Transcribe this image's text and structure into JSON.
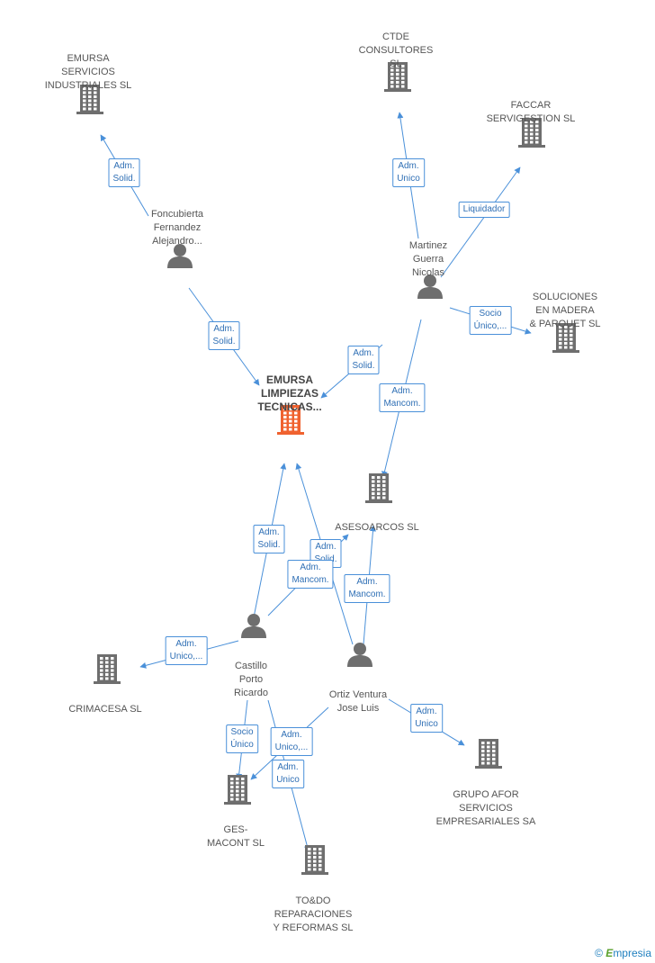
{
  "colors": {
    "node": "#6e6e6e",
    "main_node": "#f0622f",
    "edge": "#4a90d9",
    "label_text": "#2f6fb5"
  },
  "nodes": [
    {
      "id": "emursa_servicios",
      "type": "company",
      "label": "EMURSA\nSERVICIOS\nINDUSTRIALES SL",
      "icon": "building-icon"
    },
    {
      "id": "ctde",
      "type": "company",
      "label": "CTDE\nCONSULTORES\nSL",
      "icon": "building-icon"
    },
    {
      "id": "faccar",
      "type": "company",
      "label": "FACCAR\nSERVIGESTION SL",
      "icon": "building-icon"
    },
    {
      "id": "foncubierta",
      "type": "person",
      "label": "Foncubierta\nFernandez\nAlejandro...",
      "icon": "person-icon"
    },
    {
      "id": "martinez",
      "type": "person",
      "label": "Martinez\nGuerra\nNicolas",
      "icon": "person-icon"
    },
    {
      "id": "soluciones",
      "type": "company",
      "label": "SOLUCIONES\nEN MADERA\n& PARQUET SL",
      "icon": "building-icon"
    },
    {
      "id": "emursa_limpiezas",
      "type": "main",
      "label": "EMURSA\nLIMPIEZAS\nTECNICAS...",
      "icon": "building-icon"
    },
    {
      "id": "asesoarcos",
      "type": "company",
      "label": "ASESOARCOS SL",
      "icon": "building-icon"
    },
    {
      "id": "castillo",
      "type": "person",
      "label": "Castillo\nPorto\nRicardo",
      "icon": "person-icon"
    },
    {
      "id": "ortiz",
      "type": "person",
      "label": "Ortiz Ventura\nJose Luis",
      "icon": "person-icon"
    },
    {
      "id": "crimacesa",
      "type": "company",
      "label": "CRIMACESA SL",
      "icon": "building-icon"
    },
    {
      "id": "grupo_afor",
      "type": "company",
      "label": "GRUPO AFOR\nSERVICIOS\nEMPRESARIALES SA",
      "icon": "building-icon"
    },
    {
      "id": "gesmacont",
      "type": "company",
      "label": "GES-\nMACONT SL",
      "icon": "building-icon"
    },
    {
      "id": "todo",
      "type": "company",
      "label": "TO&DO\nREPARACIONES\nY REFORMAS SL",
      "icon": "building-icon"
    }
  ],
  "edges": [
    {
      "from": "foncubierta",
      "to": "emursa_servicios",
      "label": "Adm.\nSolid."
    },
    {
      "from": "foncubierta",
      "to": "emursa_limpiezas",
      "label": "Adm.\nSolid."
    },
    {
      "from": "martinez",
      "to": "ctde",
      "label": "Adm.\nUnico"
    },
    {
      "from": "martinez",
      "to": "faccar",
      "label": "Liquidador"
    },
    {
      "from": "martinez",
      "to": "soluciones",
      "label": "Socio\nÚnico,..."
    },
    {
      "from": "martinez",
      "to": "emursa_limpiezas",
      "label": "Adm.\nSolid."
    },
    {
      "from": "martinez",
      "to": "asesoarcos",
      "label": "Adm.\nMancom."
    },
    {
      "from": "castillo",
      "to": "emursa_limpiezas",
      "label": "Adm.\nSolid."
    },
    {
      "from": "ortiz",
      "to": "emursa_limpiezas",
      "label": "Adm.\nSolid."
    },
    {
      "from": "castillo",
      "to": "asesoarcos",
      "label": "Adm.\nMancom."
    },
    {
      "from": "ortiz",
      "to": "asesoarcos",
      "label": "Adm.\nMancom."
    },
    {
      "from": "castillo",
      "to": "crimacesa",
      "label": "Adm.\nUnico,..."
    },
    {
      "from": "castillo",
      "to": "gesmacont",
      "label": "Socio\nÚnico"
    },
    {
      "from": "ortiz",
      "to": "gesmacont",
      "label": "Adm.\nUnico,..."
    },
    {
      "from": "castillo",
      "to": "todo",
      "label": "Adm.\nUnico"
    },
    {
      "from": "ortiz",
      "to": "grupo_afor",
      "label": "Adm.\nUnico"
    }
  ],
  "brand": {
    "copyright": "©",
    "name_first": "E",
    "name_rest": "mpresia"
  }
}
